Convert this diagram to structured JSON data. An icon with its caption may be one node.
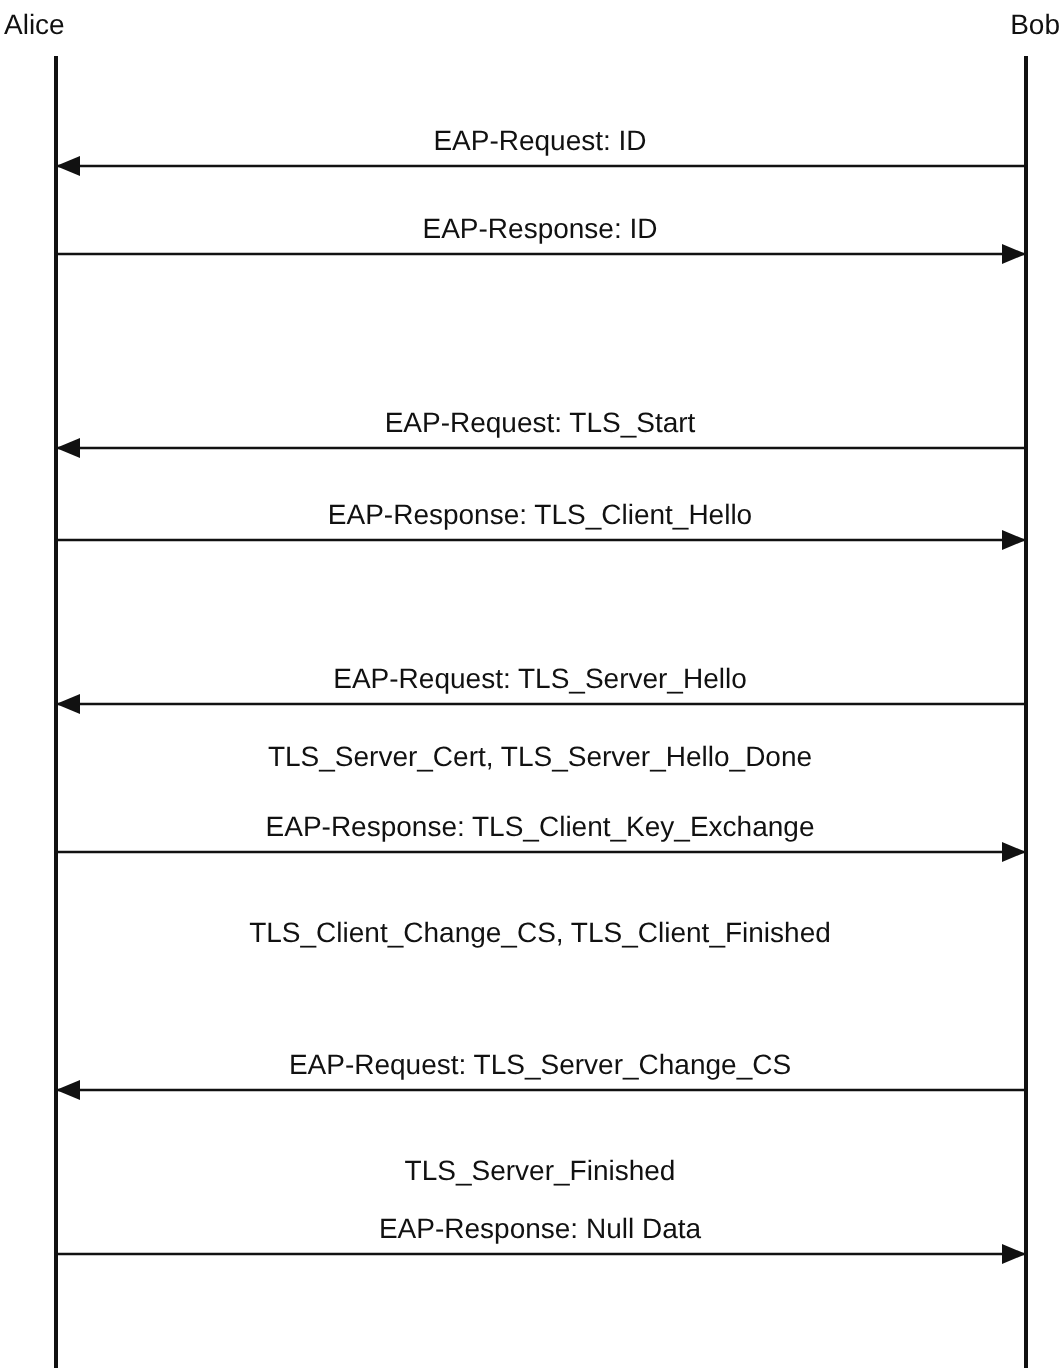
{
  "diagram": {
    "nodes": [
      {
        "text": [
          "Alice"
        ]
      },
      {
        "text": [
          "Bob"
        ]
      }
    ],
    "edges": [
      {
        "from": 1,
        "to": 0,
        "arrow": "to",
        "label": "EAP-Request: ID"
      },
      {
        "from": 0,
        "to": 1,
        "arrow": "to",
        "label": "EAP-Response: ID"
      },
      {
        "from": 1,
        "to": 0,
        "arrow": "to",
        "label": "EAP-Request: TLS_Start"
      },
      {
        "from": 0,
        "to": 1,
        "arrow": "to",
        "label": "EAP-Response: TLS_Client_Hello"
      },
      {
        "from": 1,
        "to": 0,
        "arrow": "to",
        "label": "EAP-Request: TLS_Server_Hello"
      },
      {
        "from": 0,
        "to": 1,
        "arrow": "to",
        "label": "EAP-Response: TLS_Client_Key_Exchange"
      },
      {
        "from": 1,
        "to": 0,
        "arrow": "to",
        "label": "EAP-Request: TLS_Server_Change_CS"
      },
      {
        "from": 0,
        "to": 1,
        "arrow": "to",
        "label": "EAP-Response: Null Data"
      }
    ],
    "labels": [
      "TLS_Server_Cert, TLS_Server_Hello_Done",
      "TLS_Client_Change_CS, TLS_Client_Finished",
      "TLS_Server_Finished"
    ]
  }
}
